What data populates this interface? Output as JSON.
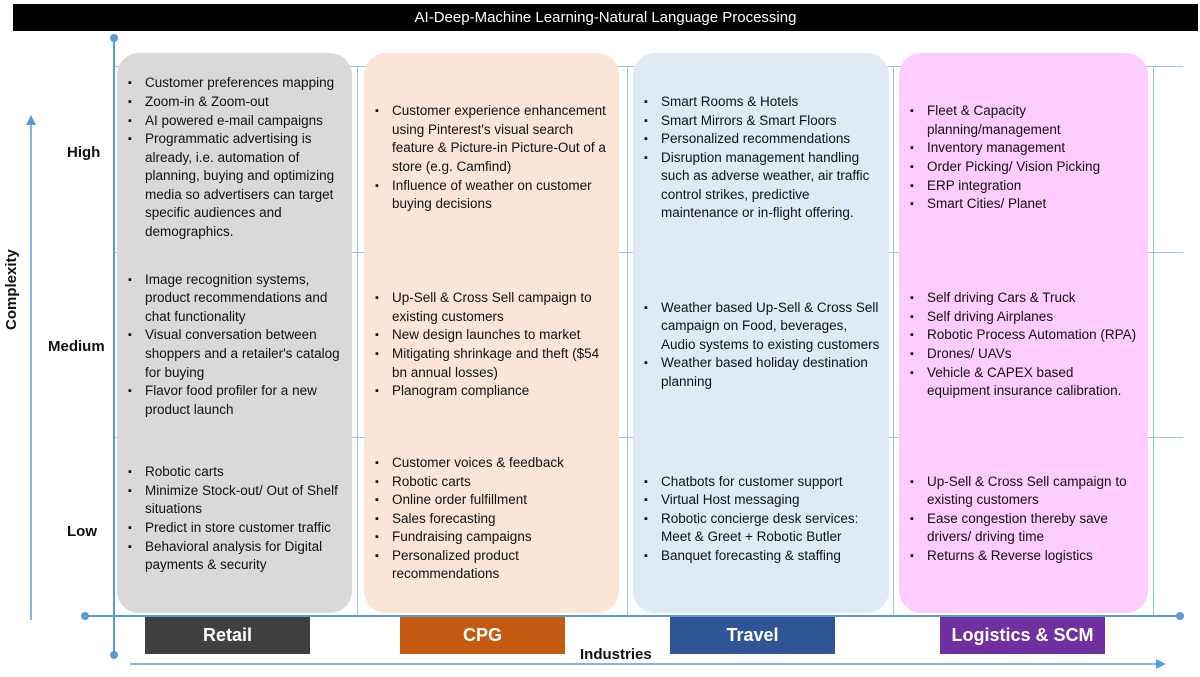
{
  "title": "AI-Deep-Machine Learning-Natural Language Processing",
  "y_axis_label": "Complexity",
  "x_axis_label": "Industries",
  "rows": [
    "High",
    "Medium",
    "Low"
  ],
  "industries": [
    {
      "name": "Retail",
      "color": "#404040",
      "bg": "#d9d9d9",
      "high": [
        "Customer preferences mapping",
        "Zoom-in & Zoom-out",
        "AI powered e-mail campaigns",
        "Programmatic advertising is already, i.e. automation of planning, buying and optimizing media so advertisers can target specific audiences and demographics."
      ],
      "medium": [
        "Image recognition systems, product recommendations and chat functionality",
        "Visual conversation between shoppers and a retailer's catalog for buying",
        "Flavor food profiler for a new product launch"
      ],
      "low": [
        "Robotic carts",
        "Minimize Stock-out/ Out of Shelf situations",
        "Predict in store customer traffic",
        "Behavioral analysis for Digital payments & security"
      ]
    },
    {
      "name": "CPG",
      "color": "#c55a11",
      "bg": "#fbe5d6",
      "high": [
        "Customer experience enhancement using Pinterest's visual search feature & Picture-in Picture-Out of a store (e.g. Camfind)",
        "Influence of weather on customer buying decisions"
      ],
      "medium": [
        "Up-Sell & Cross Sell campaign to existing customers",
        "New design launches to market",
        "Mitigating shrinkage and theft ($54 bn annual losses)",
        "Planogram compliance"
      ],
      "low": [
        "Customer voices & feedback",
        "Robotic carts",
        "Online order fulfillment",
        "Sales forecasting",
        "Fundraising campaigns",
        "Personalized product recommendations"
      ]
    },
    {
      "name": "Travel",
      "color": "#2f5597",
      "bg": "#deebf7",
      "high": [
        "Smart Rooms & Hotels",
        "Smart Mirrors & Smart Floors",
        "Personalized recommendations",
        "Disruption management handling such as adverse weather, air traffic control strikes, predictive maintenance or in-flight offering."
      ],
      "medium": [
        "Weather based Up-Sell & Cross Sell campaign on Food, beverages, Audio systems to existing customers",
        "Weather based holiday destination planning"
      ],
      "low": [
        "Chatbots for customer support",
        "Virtual Host messaging",
        "Robotic concierge desk services: Meet & Greet + Robotic Butler",
        "Banquet forecasting & staffing"
      ]
    },
    {
      "name": "Logistics & SCM",
      "color": "#7030a0",
      "bg": "#ffccff",
      "high": [
        "Fleet & Capacity planning/management",
        "Inventory management",
        "Order Picking/ Vision Picking",
        "ERP integration",
        "Smart Cities/ Planet"
      ],
      "medium": [
        "Self driving Cars & Truck",
        "Self driving Airplanes",
        "Robotic Process Automation (RPA)",
        "Drones/ UAVs",
        "Vehicle & CAPEX based equipment insurance calibration."
      ],
      "low": [
        "Up-Sell & Cross Sell campaign to existing customers",
        "Ease congestion thereby save drivers/ driving time",
        "Returns & Reverse logistics"
      ]
    }
  ]
}
